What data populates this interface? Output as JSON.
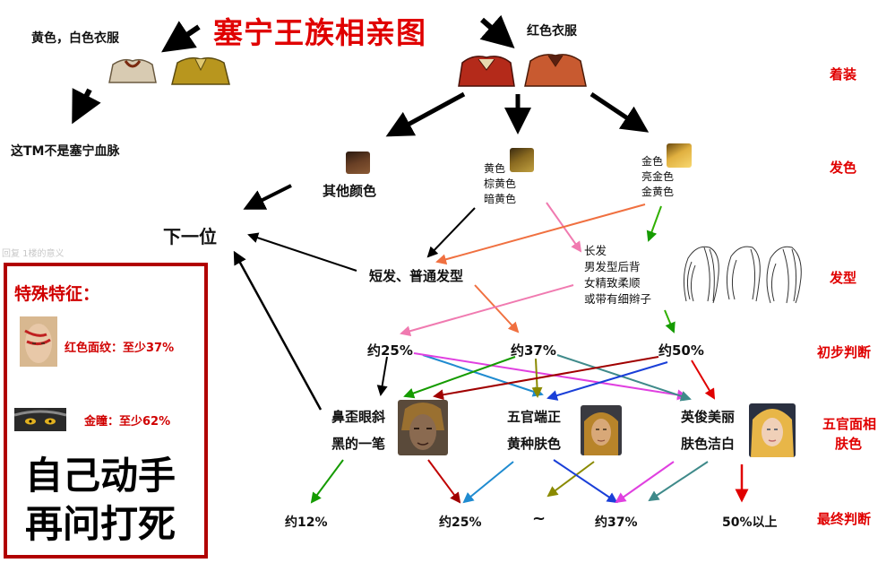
{
  "title": "塞宁王族相亲图",
  "top": {
    "left_label": "黄色，白色衣服",
    "right_label": "红色衣服",
    "reject": "这TM不是塞宁血脉"
  },
  "row_labels": {
    "attire": "着装",
    "hair_color": "发色",
    "hairstyle": "发型",
    "initial": "初步判断",
    "face": "五官面相",
    "face2": "肤色",
    "final": "最终判断"
  },
  "hair_color": {
    "other": "其他颜色",
    "yellow": [
      "黄色",
      "棕黄色",
      "暗黄色"
    ],
    "gold": [
      "金色",
      "亮金色",
      "金黄色"
    ]
  },
  "next": "下一位",
  "hairstyle": {
    "short": "短发、普通发型",
    "long": [
      "长发",
      "男发型后背",
      "女精致柔顺",
      "或带有细辫子"
    ]
  },
  "initial": [
    "约25%",
    "约37%",
    "约50%"
  ],
  "face": {
    "a": [
      "鼻歪眼斜",
      "黑的一笔"
    ],
    "b": [
      "五官端正",
      "黄种肤色"
    ],
    "c": [
      "英俊美丽",
      "肤色洁白"
    ]
  },
  "final": [
    "约12%",
    "约25%",
    "~",
    "约37%",
    "50%以上"
  ],
  "special": {
    "title": "特殊特征：",
    "red_face": "红色面纹：至少37%",
    "gold_eye": "金瞳：至少62%",
    "slogan1": "自己动手",
    "slogan2": "再问打死"
  },
  "watermark": "回复    1楼的意义"
}
